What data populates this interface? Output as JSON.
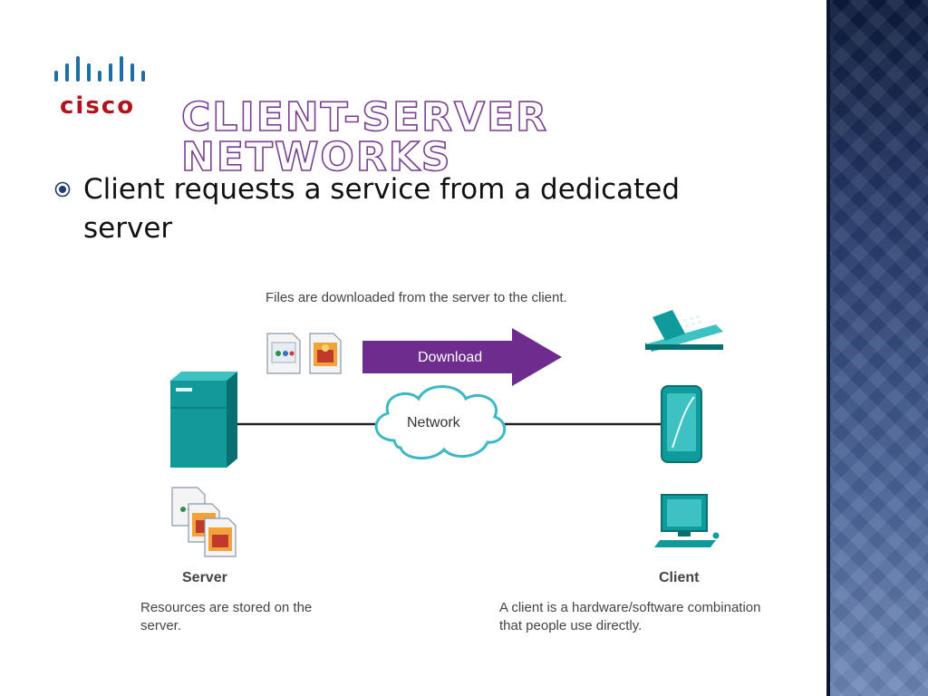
{
  "slide": {
    "logo_text": "cisco",
    "title": "Client-Server Networks",
    "bullet": "Client requests a service from a dedicated server"
  },
  "diagram": {
    "caption_top": "Files are downloaded from the server to the client.",
    "arrow_label": "Download",
    "cloud_label": "Network",
    "server_label": "Server",
    "server_desc": "Resources are stored on the server.",
    "client_label": "Client",
    "client_desc": "A client is a hardware/software combination that people use directly."
  },
  "colors": {
    "arrow": "#6e2c8f",
    "device": "#0f9b9b",
    "cisco_red": "#b3121a",
    "title_outline": "#7a3f91"
  }
}
